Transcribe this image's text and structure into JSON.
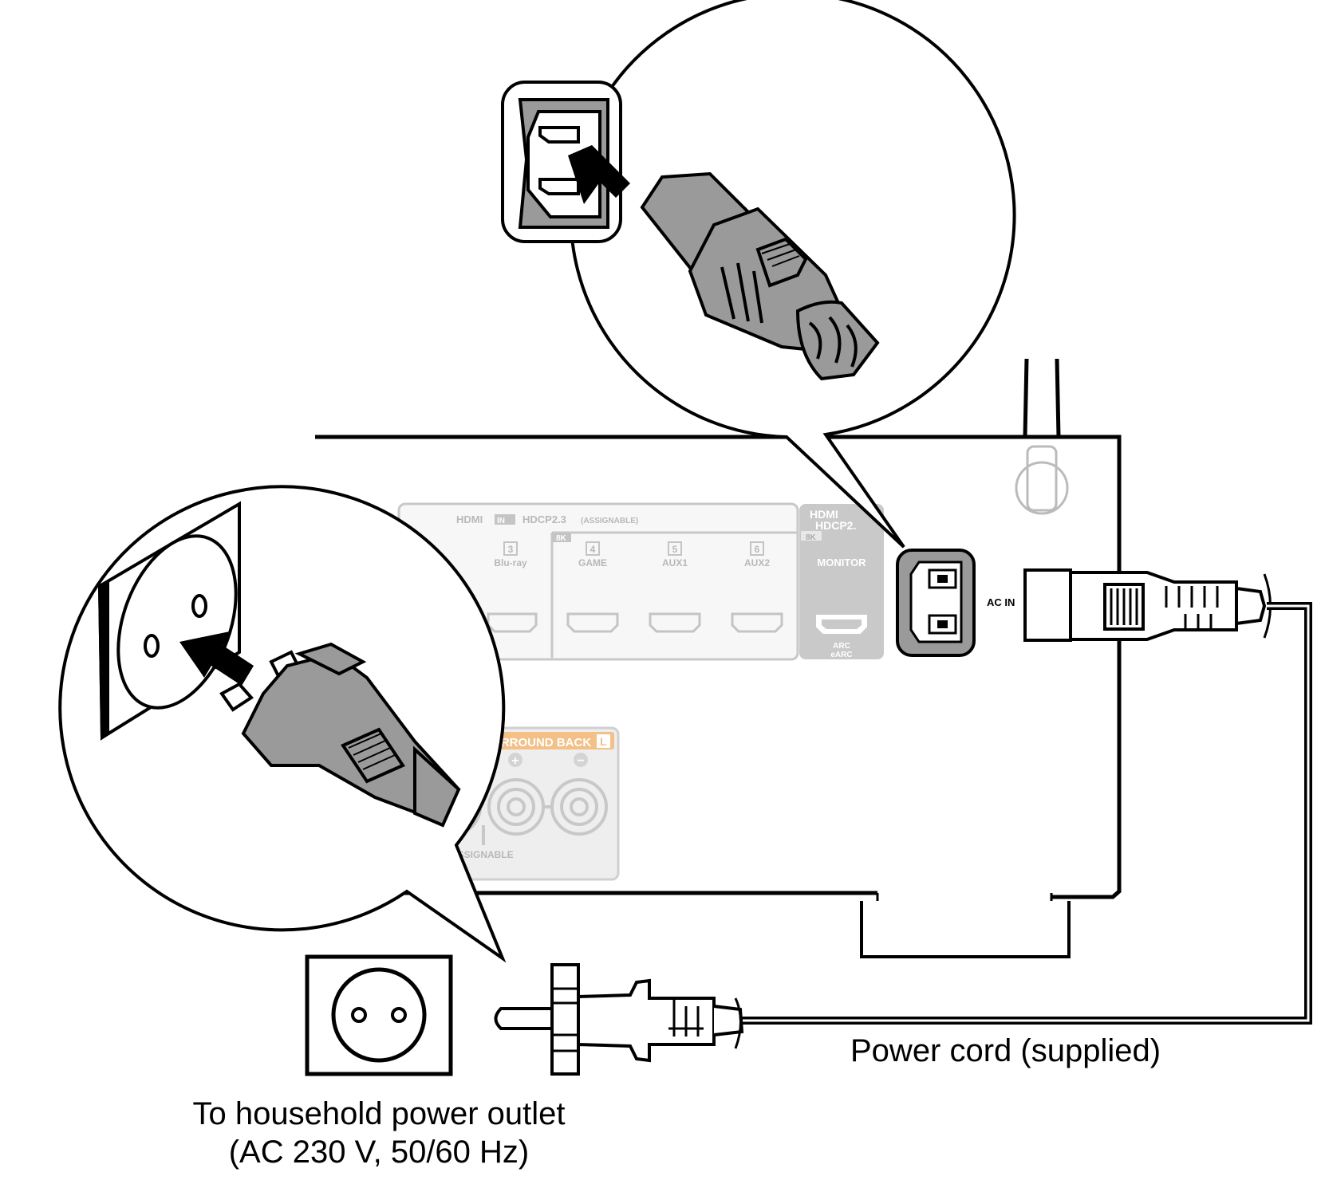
{
  "captions": {
    "outlet_line1": "To household power outlet",
    "outlet_line2": "(AC 230 V, 50/60 Hz)",
    "power_cord": "Power cord (supplied)"
  },
  "panel": {
    "hdmi_in_title": "HDMI",
    "hdmi_in_badge": "IN",
    "hdmi_in_hdcp": "HDCP2.3",
    "hdmi_in_assignable": "(ASSIGNABLE)",
    "tag_8k": "8K",
    "ports": [
      {
        "num": "3",
        "name": "Blu-ray"
      },
      {
        "num": "4",
        "name": "GAME"
      },
      {
        "num": "5",
        "name": "AUX1"
      },
      {
        "num": "6",
        "name": "AUX2"
      }
    ],
    "hdmi_out_title": "HDMI",
    "hdmi_out_hdcp": "HDCP2.",
    "monitor_label": "MONITOR",
    "arc_label": "ARC",
    "earc_label": "eARC",
    "ac_in_label": "AC IN",
    "surround_back_label": "URROUND BACK",
    "surround_back_l": "L",
    "plus_sign": "+",
    "minus_sign": "−",
    "speaker_assignable": "ASSIGNABLE"
  },
  "colors": {
    "line": "#000000",
    "plug_gray": "#9a9a9a",
    "panel_gray": "#c4c4c4",
    "panel_fill": "#ececec",
    "surround_orange": "#f3c088"
  }
}
